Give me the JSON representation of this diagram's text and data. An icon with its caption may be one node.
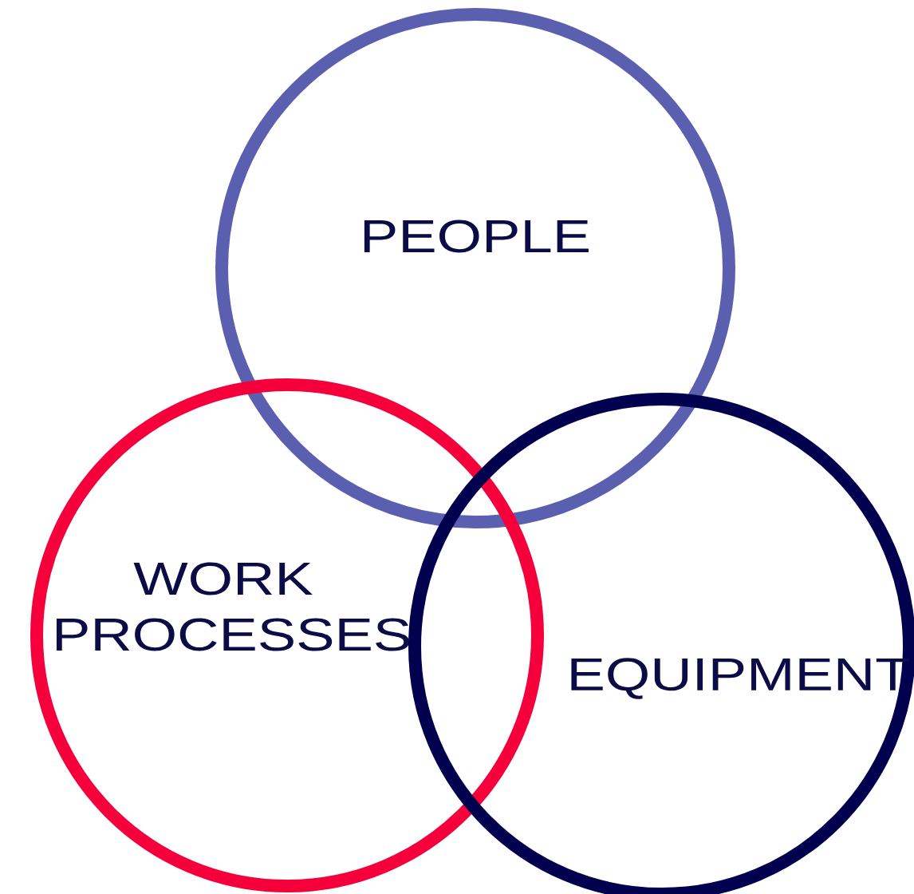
{
  "diagram": {
    "nodes": [
      {
        "text": [
          "PEOPLE"
        ]
      },
      {
        "text": [
          "WORK PROCESSES"
        ]
      },
      {
        "text": [
          "EQUIPMENT"
        ]
      }
    ]
  }
}
